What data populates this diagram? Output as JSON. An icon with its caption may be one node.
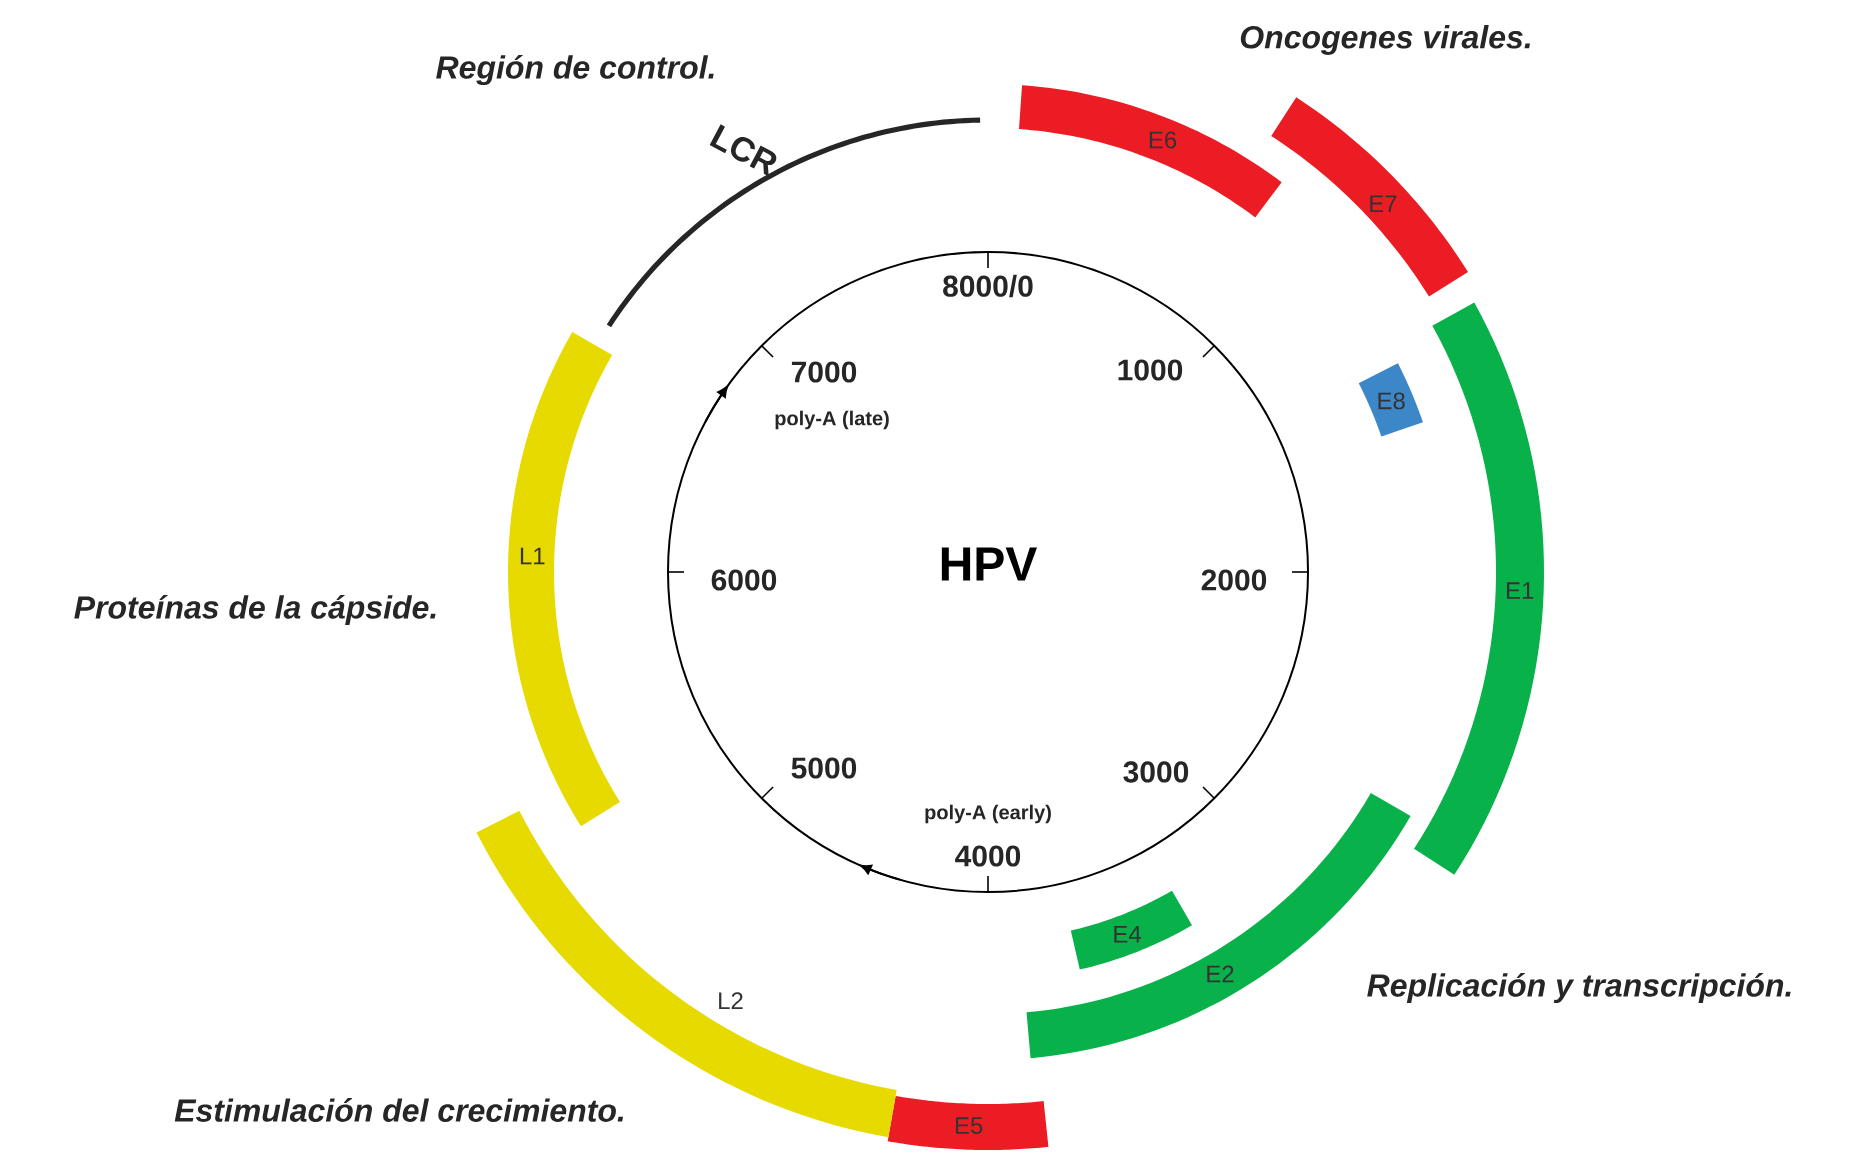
{
  "diagram": {
    "nodes": [
      {
        "text": [
          "HPV"
        ]
      },
      {
        "text": [
          "E6"
        ]
      },
      {
        "text": [
          "E7"
        ]
      },
      {
        "text": [
          "E8"
        ]
      },
      {
        "text": [
          "E1"
        ]
      },
      {
        "text": [
          "E2"
        ]
      },
      {
        "text": [
          "E4"
        ]
      },
      {
        "text": [
          "E5"
        ]
      },
      {
        "text": [
          "L2"
        ]
      },
      {
        "text": [
          "L1"
        ]
      }
    ],
    "edges": [],
    "labels": [
      "Región de control.",
      "Oncogenes virales.",
      "LCR",
      "8000/0",
      "1000",
      "7000",
      "poly-A (late)",
      "6000",
      "2000",
      "Proteínas de la cápside.",
      "5000",
      "3000",
      "poly-A (early)",
      "4000",
      "Replicación y transcripción.",
      "Estimulación del crecimiento."
    ]
  }
}
